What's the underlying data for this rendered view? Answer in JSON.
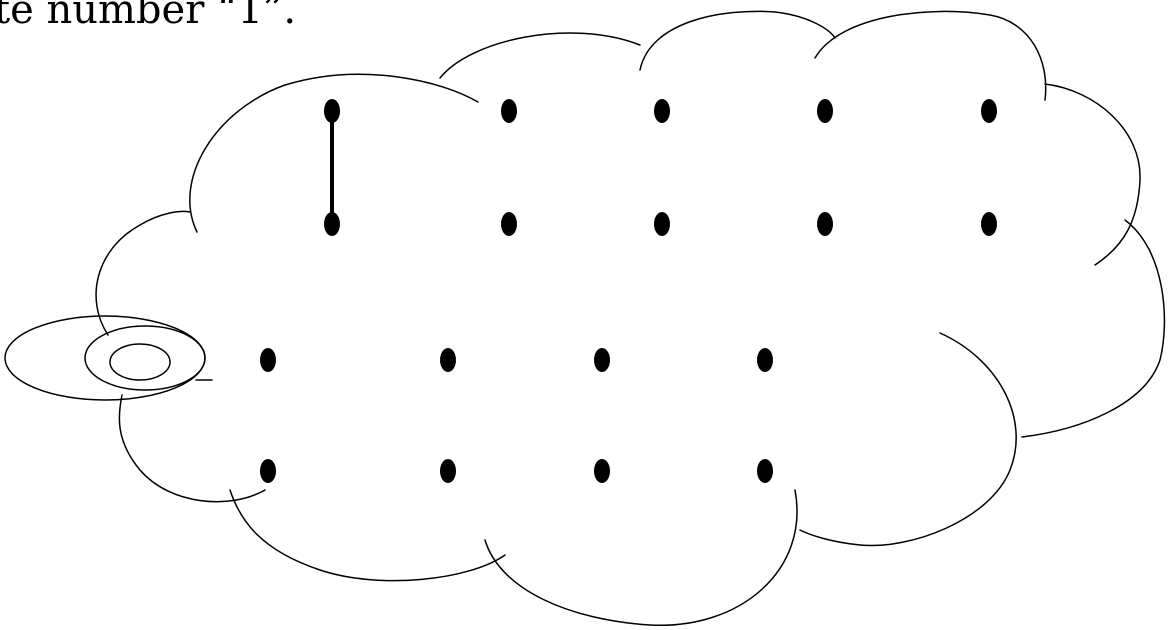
{
  "caption": "te number “1”.",
  "colors": {
    "ink": "#000000",
    "background": "#ffffff"
  },
  "dot_rows": [
    {
      "row": 1,
      "count": 5
    },
    {
      "row": 2,
      "count": 5
    },
    {
      "row": 3,
      "count": 4
    },
    {
      "row": 4,
      "count": 4
    }
  ],
  "drawn_segments": [
    {
      "from": {
        "row": 1,
        "col": 1
      },
      "to": {
        "row": 2,
        "col": 1
      }
    }
  ]
}
